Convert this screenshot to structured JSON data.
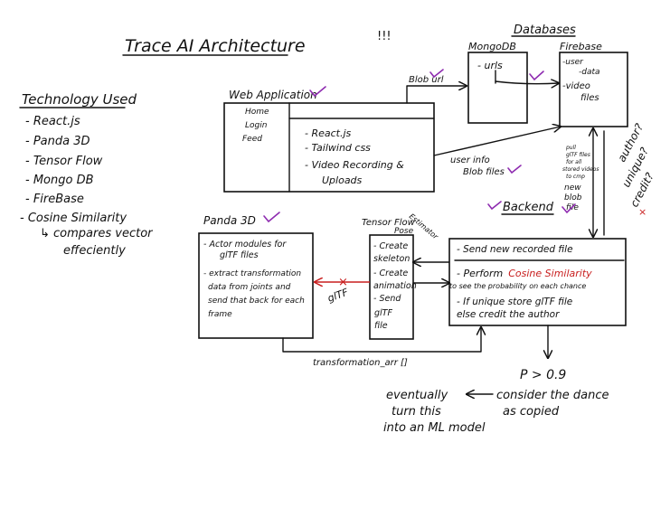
{
  "title": "Trace AI Architecture",
  "scribble": "!!!",
  "tech": {
    "heading": "Technology Used",
    "items": [
      "React.js",
      "Panda 3D",
      "Tensor Flow",
      "Mongo DB",
      "FireBase",
      "Cosine Similarity"
    ],
    "note": "↳ compares vector",
    "note2": "effeciently"
  },
  "web": {
    "label": "Web Application",
    "nav": [
      "Home",
      "Login",
      "Feed"
    ],
    "stack": [
      "React.js",
      "Tailwind css",
      "Video Recording &",
      "Uploads"
    ]
  },
  "databases": {
    "label": "Databases",
    "mongo": {
      "label": "MongoDB",
      "item": "urls"
    },
    "firebase": {
      "label": "Firebase",
      "items": [
        "-user",
        "-data",
        "-video",
        "files"
      ]
    }
  },
  "arrows": {
    "blob_url": "Blob url",
    "user_info": "user info",
    "blob_files": "Blob files",
    "pull": [
      "pull",
      "glTF files",
      "for all",
      "stored videos",
      "to cmp"
    ],
    "new_blob": [
      "new",
      "blob",
      "file"
    ],
    "gltf": "glTF",
    "transform": "transformation_arr []"
  },
  "side_notes": [
    "author?",
    "unique?",
    "credit?"
  ],
  "side_x": "×",
  "panda": {
    "label": "Panda 3D",
    "items": [
      "- Actor modules for",
      "glTF files",
      "- extract transformation",
      "data from joints and",
      "send that back for each",
      "frame"
    ]
  },
  "tf": {
    "label": "Tensor Flow",
    "sub": "Pose",
    "sub2": "Estimator",
    "items": [
      "- Create",
      "skeleton",
      "- Create",
      "animation",
      "- Send",
      "glTF",
      "file"
    ]
  },
  "backend": {
    "label": "Backend",
    "items": [
      "- Send new recorded file",
      "- Perform",
      "Cosine Similarity",
      "to see the probability on each chance",
      "- If unique store glTF file",
      "else credit the author"
    ]
  },
  "threshold": {
    "p": "P > 0.9",
    "text": [
      "consider the dance",
      "as copied"
    ]
  },
  "future": [
    "eventually",
    "turn this",
    "into an ML model"
  ]
}
